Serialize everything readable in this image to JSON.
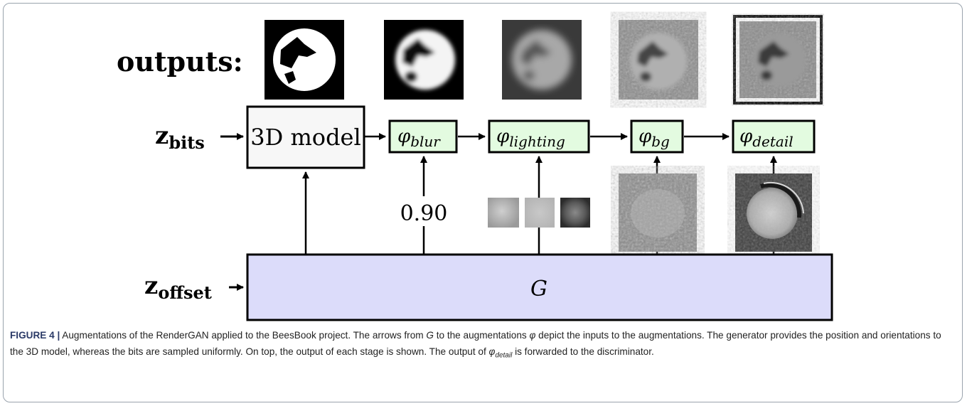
{
  "diagram": {
    "outputs_label": "outputs:",
    "z_bits": "z",
    "z_bits_sub": "bits",
    "z_offset": "z",
    "z_offset_sub": "offset",
    "model_label": "3D model",
    "generator_label": "G",
    "phi": "φ",
    "stage_subscripts": [
      "blur",
      "lighting",
      "bg",
      "detail"
    ],
    "blur_value": "0.90"
  },
  "caption": {
    "figure_label": "FIGURE 4 |",
    "t1": " Augmentations of the RenderGAN applied to the BeesBook project. The arrows from ",
    "G": "G",
    "t2": " to the augmentations ",
    "phi": "φ",
    "t3": " depict the inputs to the augmentations. The generator provides the position and orientations to the 3D model, whereas the bits are sampled uniformly. On top, the output of each stage is shown. The output of ",
    "phi2": "φ",
    "detail": "detail",
    "t4": " is forwarded to the discriminator."
  },
  "colors": {
    "green_box": "#e3fbe0",
    "generator_box": "#dcdcfa",
    "model_box": "#f7f7f7"
  }
}
